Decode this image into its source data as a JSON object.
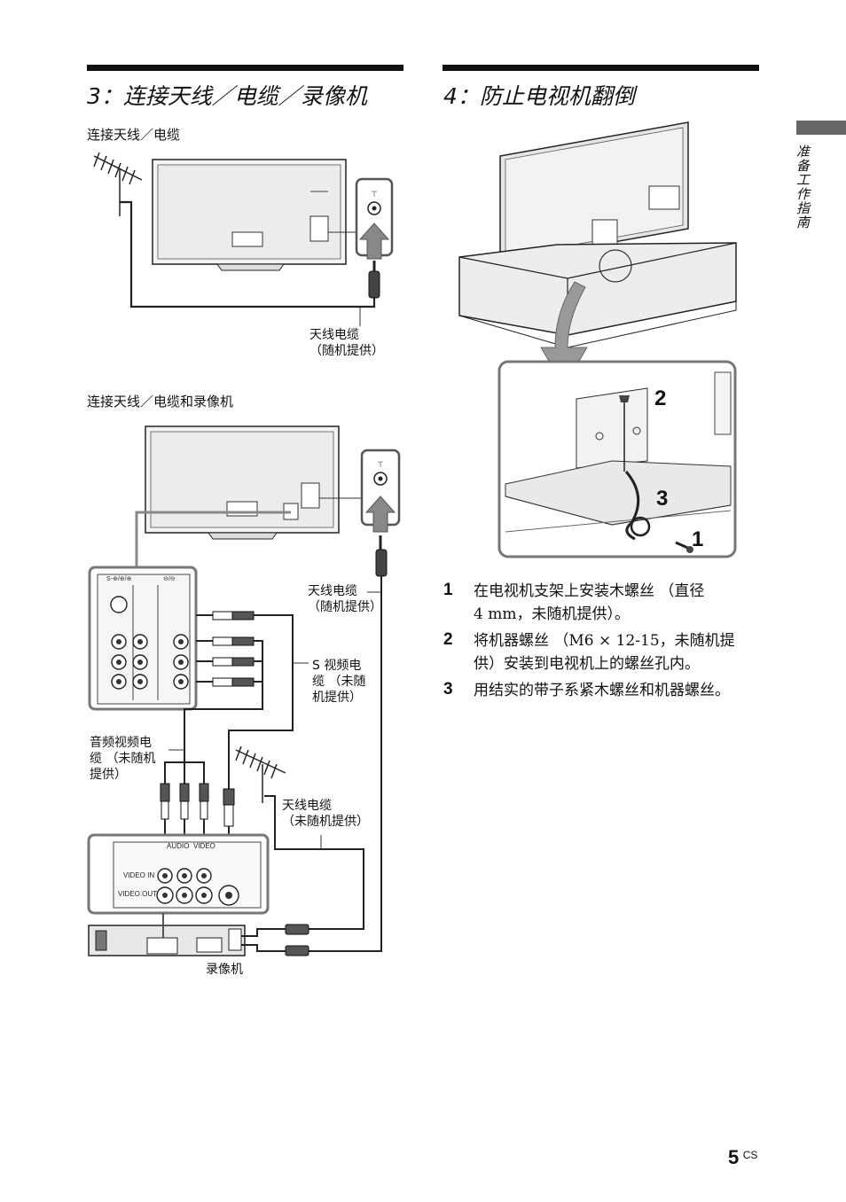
{
  "sidebar": {
    "tab_label": "准备工作指南"
  },
  "left_section": {
    "title": "3：连接天线／电缆／录像机",
    "sub1_title": "连接天线／电缆",
    "sub1_cable_label": "天线电缆\n（随机提供）",
    "sub2_title": "连接天线／电缆和录像机",
    "sub2_antenna_cable_label": "天线电缆\n（随机提供）",
    "sub2_s_video_label": "S 视频电\n缆 （未随\n机提供）",
    "sub2_av_cable_label": "音频视频电\n缆 （未随机\n提供）",
    "sub2_antenna_cable2_label": "天线电缆\n（未随机提供）",
    "vcr_label": "录像机",
    "vcr_panel": {
      "audio": "AUDIO",
      "video": "VIDEO",
      "video_in": "VIDEO IN",
      "video_out": "VIDEO OUT"
    }
  },
  "right_section": {
    "title": "4：防止电视机翻倒",
    "callouts": [
      "2",
      "3",
      "1"
    ],
    "steps": [
      {
        "num": "1",
        "text": "在电视机支架上安装木螺丝 （直径\n4 mm，未随机提供）。"
      },
      {
        "num": "2",
        "text": "将机器螺丝 （M6 × 12-15，未随机提\n供）安装到电视机上的螺丝孔内。"
      },
      {
        "num": "3",
        "text": "用结实的带子系紧木螺丝和机器螺丝。"
      }
    ]
  },
  "footer": {
    "page_number": "5",
    "page_suffix": "CS"
  }
}
